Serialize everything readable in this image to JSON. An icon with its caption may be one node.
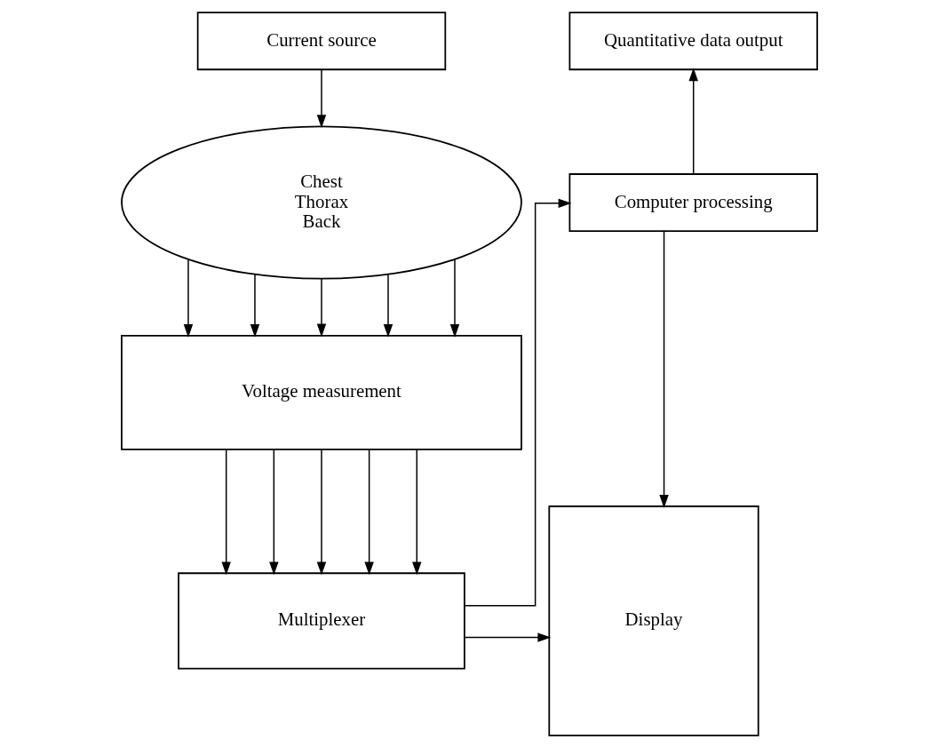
{
  "diagram": {
    "nodes": [
      {
        "text": [
          "Current source"
        ]
      },
      {
        "text": [
          "Chest",
          "Thorax",
          "Back"
        ]
      },
      {
        "text": [
          "Voltage measurement"
        ]
      },
      {
        "text": [
          "Multiplexer"
        ]
      },
      {
        "text": [
          "Quantitative data output"
        ]
      },
      {
        "text": [
          "Computer processing"
        ]
      },
      {
        "text": [
          "Display"
        ]
      }
    ],
    "edges": [
      {
        "from": 0,
        "to": 1,
        "arrow": "to"
      },
      {
        "from": 1,
        "to": 2,
        "arrow": "to"
      },
      {
        "from": 1,
        "to": 2,
        "arrow": "to"
      },
      {
        "from": 1,
        "to": 2,
        "arrow": "to"
      },
      {
        "from": 1,
        "to": 2,
        "arrow": "to"
      },
      {
        "from": 1,
        "to": 2,
        "arrow": "to"
      },
      {
        "from": 2,
        "to": 3,
        "arrow": "to"
      },
      {
        "from": 2,
        "to": 3,
        "arrow": "to"
      },
      {
        "from": 2,
        "to": 3,
        "arrow": "to"
      },
      {
        "from": 2,
        "to": 3,
        "arrow": "to"
      },
      {
        "from": 2,
        "to": 3,
        "arrow": "to"
      },
      {
        "from": 3,
        "to": 5,
        "arrow": "to"
      },
      {
        "from": 3,
        "to": 6,
        "arrow": "to"
      },
      {
        "from": 5,
        "to": 4,
        "arrow": "to"
      },
      {
        "from": 5,
        "to": 6,
        "arrow": "to"
      }
    ]
  }
}
